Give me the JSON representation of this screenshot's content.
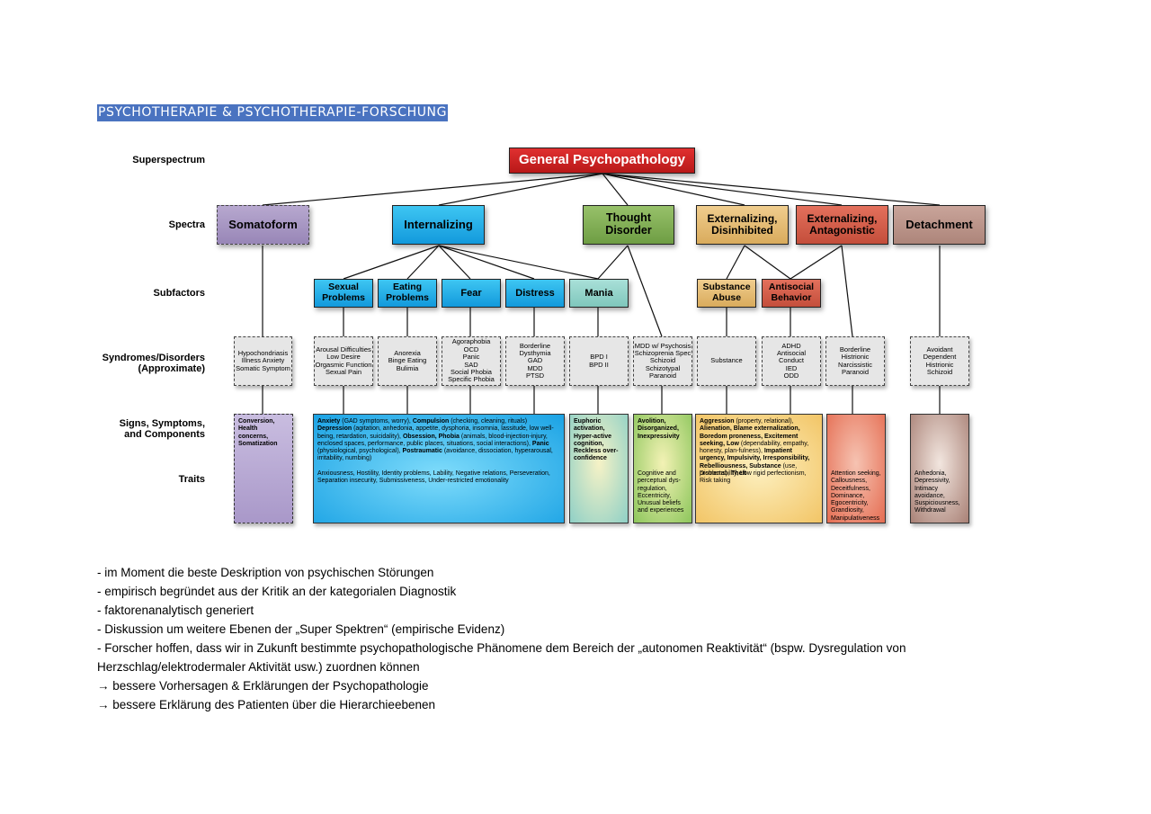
{
  "heading": "PSYCHOTHERAPIE & PSYCHOTHERAPIE-FORSCHUNG",
  "figure": {
    "levels": {
      "superspectrum": "Superspectrum",
      "spectra": "Spectra",
      "subfactors": "Subfactors",
      "syndromes1": "Syndromes/Disorders",
      "syndromes2": "(Approximate)",
      "signs1": "Signs, Symptoms,",
      "signs2": "and Components",
      "traits": "Traits"
    },
    "top": "General Psychopathology",
    "spectra": {
      "somatoform": "Somatoform",
      "internalizing": "Internalizing",
      "thought1": "Thought",
      "thought2": "Disorder",
      "extdis1": "Externalizing,",
      "extdis2": "Disinhibited",
      "extant1": "Externalizing,",
      "extant2": "Antagonistic",
      "detachment": "Detachment"
    },
    "subfactors": {
      "sexual1": "Sexual",
      "sexual2": "Problems",
      "eating1": "Eating",
      "eating2": "Problems",
      "fear": "Fear",
      "distress": "Distress",
      "mania": "Mania",
      "substance1": "Substance",
      "substance2": "Abuse",
      "antisocial1": "Antisocial",
      "antisocial2": "Behavior"
    },
    "syndromes": {
      "somato": [
        "Hypochondriasis",
        "Illness Anxiety",
        "Somatic Symptom"
      ],
      "sexual": [
        "Arousal Difficulties",
        "Low Desire",
        "Orgasmic Function",
        "Sexual Pain"
      ],
      "eating": [
        "Anorexia",
        "Binge Eating",
        "Bulimia"
      ],
      "fear": [
        "Agoraphobia",
        "OCD",
        "Panic",
        "SAD",
        "Social Phobia",
        "Specific Phobia"
      ],
      "distress": [
        "Borderline",
        "Dysthymia",
        "GAD",
        "MDD",
        "PTSD"
      ],
      "mania": [
        "BPD I",
        "BPD II"
      ],
      "thought": [
        "MDD w/ Psychosis",
        "Schizoprenia Spec",
        "Schizoid",
        "Schizotypal",
        "Paranoid"
      ],
      "substance": [
        "Substance"
      ],
      "antisocial": [
        "ADHD",
        "Antisocial",
        "Conduct",
        "IED",
        "ODD"
      ],
      "antag": [
        "Borderline",
        "Histrionic",
        "Narcissistic",
        "Paranoid"
      ],
      "detach": [
        "Avoidant",
        "Dependent",
        "Histrionic",
        "Schizoid"
      ]
    },
    "signs": {
      "somato_b": "Conversion, Health concerns, Somatization",
      "int_anxiety_b": "Anxiety",
      "int_anxiety": " (GAD symptoms, worry), ",
      "int_compulsion_b": "Compulsion",
      "int_compulsion": " (checking, cleaning, rituals) ",
      "int_depression_b": "Depression",
      "int_depression": " (agitation, anhedonia, appetite, dysphoria, insomnia, lassitude, low well-being, retardation, suicidality), ",
      "int_obsession_b": "Obsession, Phobia",
      "int_phobia": " (animals, blood-injection-injury, enclosed spaces, performance, public places, situations, social interactions), ",
      "int_panic_b": "Panic",
      "int_panic": " (physiological, psychological), ",
      "int_post_b": "Postraumatic",
      "int_post": " (avoidance, dissociation, hyperarousal, irritability, numbing)",
      "int_traits": "Anxiousness, Hostility, Identity problems, Lability, Negative relations, Perseveration, Separation insecurity, Submissiveness, Under-restricted emotionality",
      "mania_b": "Euphoric activation, Hyper-active cognition, Reckless over-confidence",
      "thought_b": "Avolition, Disorganized, Inexpressivity",
      "thought_traits": "Cognitive and perceptual dys-regulation, Eccentricity, Unusual beliefs and experiences",
      "ext_aggr_b": "Aggression",
      "ext_aggr": " (property, relational), ",
      "ext_alien_b": "Alienation, Blame externalization, Boredom proneness, Excitement seeking, Low",
      "ext_low": " (dependability, empathy, honesty, plan-fulness), ",
      "ext_imp_b": "Impatient urgency, Impulsivity, Irresponsibility, Rebelliousness, Substance",
      "ext_sub": " (use, problems), ",
      "ext_theft_b": "Theft",
      "ext_traits": "Distractability, Low rigid perfectionism, Risk taking",
      "antag_traits": "Attention seeking, Callousness, Deceitfulness, Dominance, Egocentricity, Grandiosity, Manipulativeness",
      "detach_traits": "Anhedonia, Depressivity, Intimacy avoidance, Suspiciousness, Withdrawal"
    }
  },
  "body": [
    "- im Moment die beste Deskription von psychischen Störungen",
    "- empirisch begründet aus der Kritik an der kategorialen Diagnostik",
    "- faktorenanalytisch generiert",
    "- Diskussion um weitere Ebenen der „Super Spektren“ (empirische Evidenz)",
    "- Forscher hoffen, dass wir in Zukunft bestimmte psychopathologische Phänomene dem Bereich der „autonomen Reaktivität“ (bspw. Dysregulation von",
    "Herzschlag/elektrodermaler Aktivität usw.) zuordnen können",
    "bessere Vorhersagen & Erklärungen der Psychopathologie",
    "bessere Erklärung des Patienten über die Hierarchieebenen"
  ],
  "arrow_glyph": "→"
}
